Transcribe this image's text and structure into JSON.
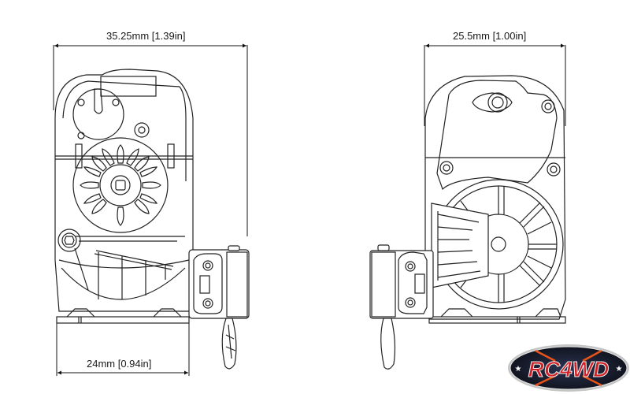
{
  "diagram": {
    "type": "technical-dimension-drawing",
    "subject": "winch (front and side views)",
    "views": [
      {
        "name": "front-view",
        "dimensions": {
          "top_width": "35.25mm [1.39in]",
          "bottom_width": "24mm [0.94in]"
        }
      },
      {
        "name": "side-view",
        "dimensions": {
          "top_width": "25.5mm [1.00in]"
        }
      }
    ],
    "logo": {
      "text": "RC4WD",
      "colors": {
        "text": "#d21f25",
        "outline": "#b8b8b8",
        "background": "#1a1d2b",
        "rays": "#e8541a"
      }
    },
    "line_color": "#222222"
  }
}
